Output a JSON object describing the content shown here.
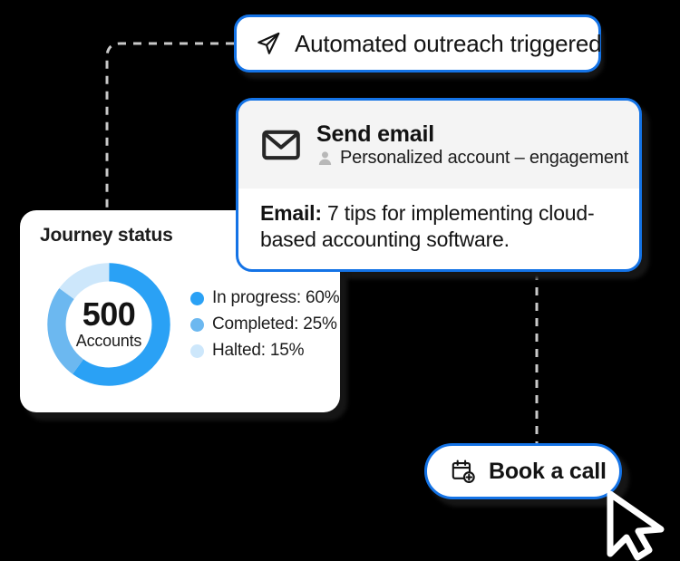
{
  "theme": {
    "background": "#000000",
    "accent_blue": "#1473E6",
    "card_white": "#FFFFFF",
    "header_gray": "#F4F4F4",
    "text_dark": "#131313"
  },
  "trigger_pill": {
    "icon": "send-paper-plane-icon",
    "label": "Automated outreach triggered"
  },
  "email_card": {
    "icon": "envelope-icon",
    "title": "Send email",
    "persona_icon": "person-icon",
    "persona": "Personalized account – engagement",
    "body_prefix": "Email:",
    "body_text": " 7 tips for implementing cloud-based accounting software."
  },
  "journey_card": {
    "title": "Journey status",
    "donut": {
      "value": "500",
      "unit": "Accounts"
    },
    "legend": [
      {
        "label": "In progress: 60%",
        "color": "#2AA1F5"
      },
      {
        "label": "Completed: 25%",
        "color": "#6CB8F0"
      },
      {
        "label": "Halted: 15%",
        "color": "#CDE7FB"
      }
    ]
  },
  "book_call_pill": {
    "icon": "calendar-plus-icon",
    "label": "Book a call"
  },
  "cursor": {
    "name": "mouse-arrow-cursor"
  },
  "chart_data": {
    "type": "pie",
    "title": "Journey status",
    "categories": [
      "In progress",
      "Completed",
      "Halted"
    ],
    "values": [
      60,
      25,
      15
    ],
    "value_unit": "%",
    "colors": [
      "#2AA1F5",
      "#6CB8F0",
      "#CDE7FB"
    ],
    "center_label": "500",
    "center_sublabel": "Accounts",
    "total": 500,
    "donut": true,
    "start_angle": 0,
    "legend_position": "right"
  }
}
